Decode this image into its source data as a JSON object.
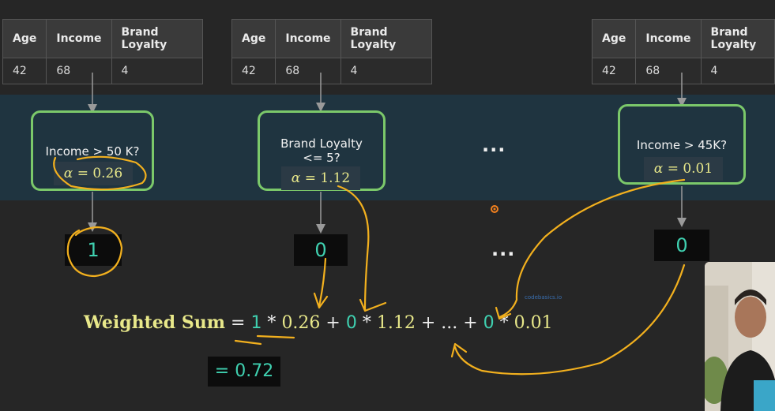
{
  "tables": [
    {
      "headers": [
        "Age",
        "Income",
        "Brand Loyalty"
      ],
      "row": [
        "42",
        "68",
        "4"
      ]
    },
    {
      "headers": [
        "Age",
        "Income",
        "Brand Loyalty"
      ],
      "row": [
        "42",
        "68",
        "4"
      ]
    },
    {
      "headers": [
        "Age",
        "Income",
        "Brand Loyalty"
      ],
      "row": [
        "42",
        "68",
        "4"
      ]
    }
  ],
  "stumps": [
    {
      "question_line1": "Income > 50 K?",
      "question_line2": "",
      "alpha_symbol": "α",
      "alpha_value": "= 0.26",
      "output": "1"
    },
    {
      "question_line1": "Brand Loyalty",
      "question_line2": "<= 5?",
      "alpha_symbol": "α",
      "alpha_value": "= 1.12",
      "output": "0"
    },
    {
      "question_line1": "Income > 45K?",
      "question_line2": "",
      "alpha_symbol": "α",
      "alpha_value": "= 0.01",
      "output": "0"
    }
  ],
  "ellipsis": "...",
  "formula": {
    "label": "Weighted Sum",
    "eq": " = ",
    "term1_bin": "1",
    "mul": " * ",
    "term1_w": "0.26",
    "plus": " + ",
    "term2_bin": "0",
    "term2_w": "1.12",
    "mid": " + ... + ",
    "term3_bin": "0",
    "term3_w": "0.01"
  },
  "result": "= 0.72",
  "watermark": "codebasics.io",
  "colors": {
    "stump_border": "#7bc86a",
    "binary": "#3fd0b0",
    "weight": "#e8e88a",
    "annotation": "#f2b01e",
    "band": "#1f3440"
  }
}
